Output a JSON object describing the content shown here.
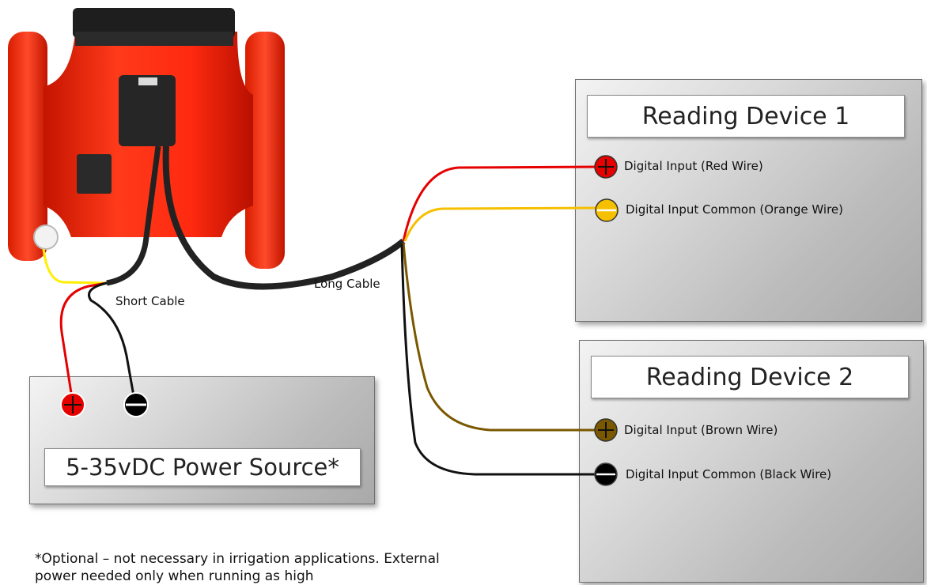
{
  "devices": [
    {
      "title": "Reading Device 1",
      "terminals": [
        {
          "label": "Digital Input (Red Wire)",
          "color": "#e60000",
          "sign": "plus"
        },
        {
          "label": "Digital Input Common (Orange Wire)",
          "color": "#f5b800",
          "sign": "minus"
        }
      ]
    },
    {
      "title": "Reading Device 2",
      "terminals": [
        {
          "label": "Digital Input (Brown Wire)",
          "color": "#7a5800",
          "sign": "plus"
        },
        {
          "label": "Digital Input Common (Black Wire)",
          "color": "#000000",
          "sign": "minus"
        }
      ]
    }
  ],
  "power": {
    "title": "5-35vDC Power Source*",
    "terminals": [
      {
        "color": "#e60000",
        "sign": "plus"
      },
      {
        "color": "#000000",
        "sign": "minus"
      }
    ]
  },
  "cables": {
    "short": "Short Cable",
    "long": "Long Cable"
  },
  "note": "*Optional – not necessary in irrigation applications. External power needed only when running as high",
  "colors": {
    "red_wire": "#e60000",
    "orange_wire": "#f5c000",
    "brown_wire": "#7a5800",
    "black_wire": "#111111",
    "yellow_wire": "#ffee00",
    "meter_body": "#ff2a10"
  }
}
